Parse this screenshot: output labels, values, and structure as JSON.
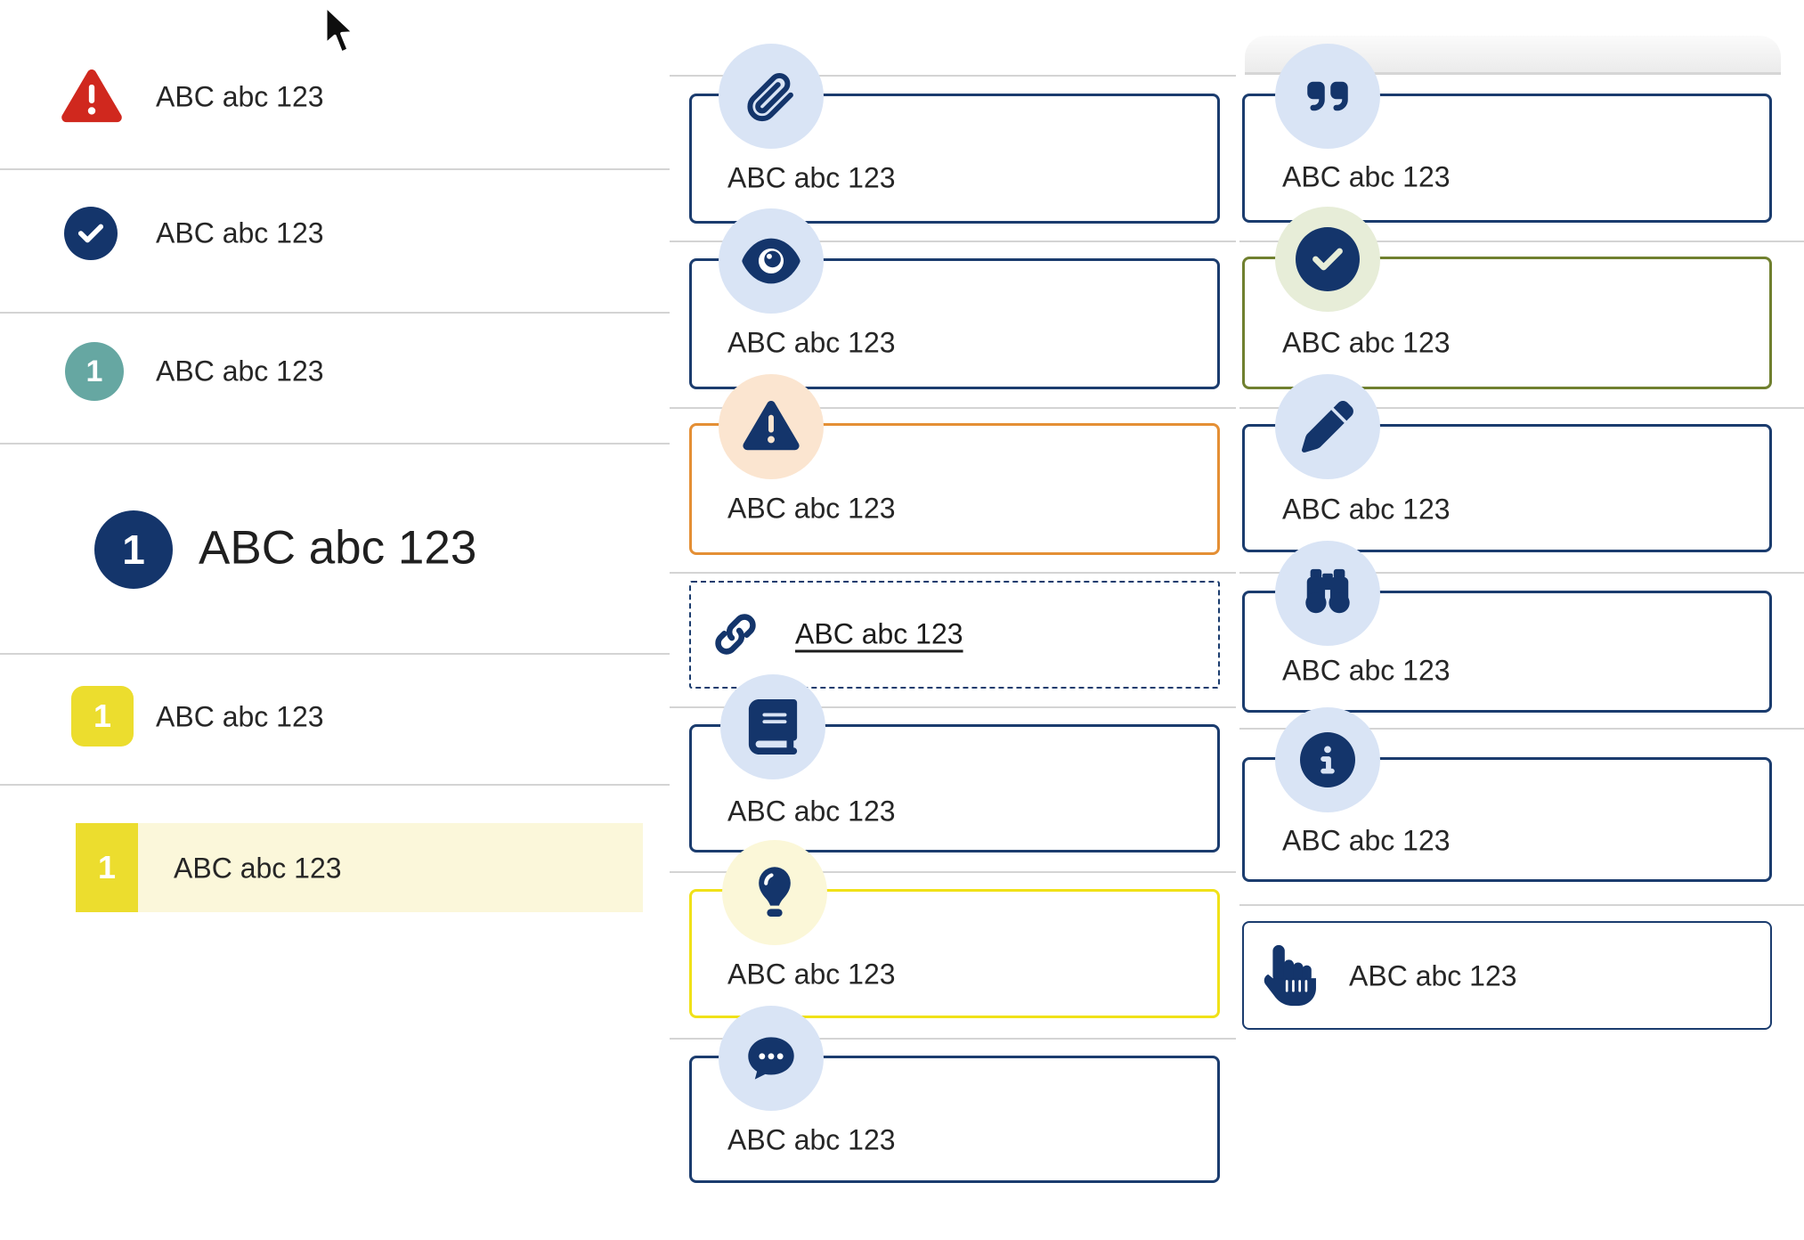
{
  "cursor": {
    "name": "mouse-pointer"
  },
  "left_list": {
    "items": [
      {
        "icon": "alert-triangle-icon",
        "label": "ABC abc 123"
      },
      {
        "icon": "check-circle-icon",
        "label": "ABC abc 123"
      },
      {
        "badge": "1",
        "label": "ABC abc 123"
      },
      {
        "badge": "1",
        "label": "ABC abc 123"
      },
      {
        "badge": "1",
        "label": "ABC abc 123"
      },
      {
        "badge": "1",
        "label": "ABC abc 123"
      }
    ]
  },
  "middle_column": {
    "cards": [
      {
        "icon": "paperclip-icon",
        "variant": "navy",
        "label": "ABC abc 123"
      },
      {
        "icon": "eye-icon",
        "variant": "navy",
        "label": "ABC abc 123"
      },
      {
        "icon": "alert-triangle-icon",
        "variant": "orange",
        "label": "ABC abc 123"
      },
      {
        "icon": "link-icon",
        "variant": "dashed",
        "label": "ABC abc 123"
      },
      {
        "icon": "book-icon",
        "variant": "navy",
        "label": "ABC abc 123"
      },
      {
        "icon": "lightbulb-icon",
        "variant": "yellow",
        "label": "ABC abc 123"
      },
      {
        "icon": "comment-dots-icon",
        "variant": "navy",
        "label": "ABC abc 123"
      }
    ]
  },
  "right_column": {
    "cards": [
      {
        "icon": "quote-icon",
        "variant": "navy",
        "label": "ABC abc 123"
      },
      {
        "icon": "check-circle-icon",
        "variant": "olive",
        "label": "ABC abc 123"
      },
      {
        "icon": "pencil-icon",
        "variant": "navy",
        "label": "ABC abc 123"
      },
      {
        "icon": "binoculars-icon",
        "variant": "navy",
        "label": "ABC abc 123"
      },
      {
        "icon": "info-circle-icon",
        "variant": "navy",
        "label": "ABC abc 123"
      },
      {
        "icon": "hand-point-up-icon",
        "variant": "navy",
        "label": "ABC abc 123"
      }
    ]
  },
  "colors": {
    "navy": "#1b3c6e",
    "icon_navy": "#14356b",
    "red": "#d0281e",
    "teal": "#66a7a2",
    "yellow_badge": "#ecdd2e",
    "yellow_border": "#f0e118",
    "orange_border": "#e48f35",
    "olive_border": "#70802f",
    "circle_blue": "#d9e4f5",
    "circle_peach": "#fbe5d0",
    "circle_cream": "#fbf7d8",
    "circle_green": "#e7edd8",
    "highlight_row": "#fbf7da",
    "divider": "#d4d4d4",
    "text": "#262626"
  }
}
